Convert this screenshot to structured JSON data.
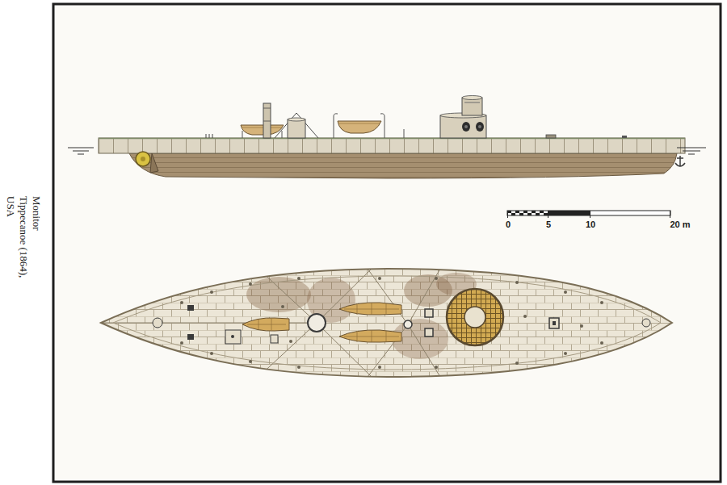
{
  "diagram": {
    "labels": [
      "Monitor",
      "Tippecanoe (1864),",
      "USA",
      "0",
      "5",
      "10",
      "20 m"
    ]
  }
}
